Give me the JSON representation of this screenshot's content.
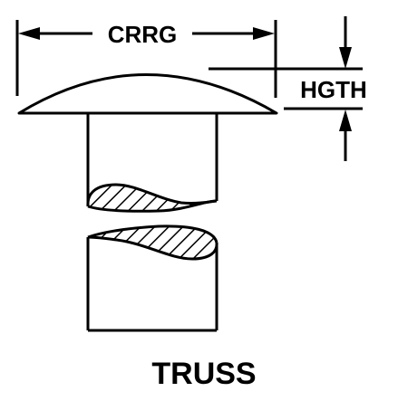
{
  "diagram": {
    "title": "TRUSS",
    "dimensions": {
      "head_diameter_label": "CRRG",
      "head_height_label": "HGTH"
    },
    "colors": {
      "line": "#000000",
      "background": "#ffffff"
    }
  }
}
